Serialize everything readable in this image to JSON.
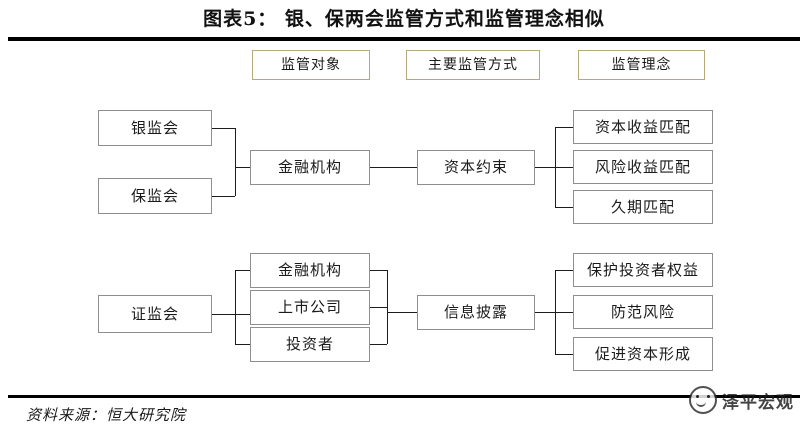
{
  "title": "图表5： 银、保两会监管方式和监管理念相似",
  "headers": [
    {
      "label": "监管对象"
    },
    {
      "label": "主要监管方式"
    },
    {
      "label": "监管理念"
    }
  ],
  "top_section": {
    "regulators": [
      {
        "label": "银监会"
      },
      {
        "label": "保监会"
      }
    ],
    "object": {
      "label": "金融机构"
    },
    "method": {
      "label": "资本约束"
    },
    "concepts": [
      {
        "label": "资本收益匹配"
      },
      {
        "label": "风险收益匹配"
      },
      {
        "label": "久期匹配"
      }
    ]
  },
  "bottom_section": {
    "regulators": [
      {
        "label": "证监会"
      }
    ],
    "objects": [
      {
        "label": "金融机构"
      },
      {
        "label": "上市公司"
      },
      {
        "label": "投资者"
      }
    ],
    "method": {
      "label": "信息披露"
    },
    "concepts": [
      {
        "label": "保护投资者权益"
      },
      {
        "label": "防范风险"
      },
      {
        "label": "促进资本形成"
      }
    ]
  },
  "footer": {
    "source": "资料来源：恒大研究院",
    "watermark": "泽平宏观"
  },
  "colors": {
    "header_border": "#b9a77c",
    "box_border": "#8e8e8e",
    "line": "#1d1d1d",
    "rule": "#000000"
  }
}
